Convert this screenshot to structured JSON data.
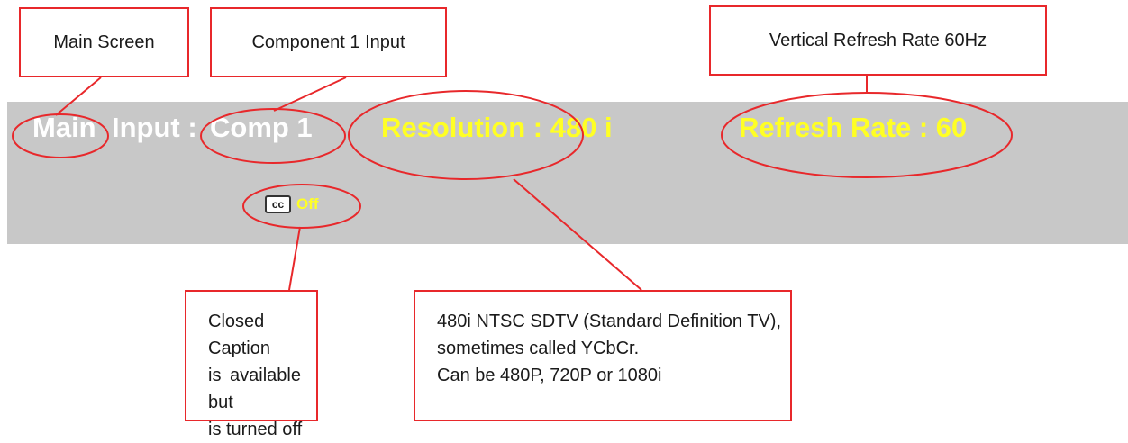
{
  "callouts": {
    "main_screen": "Main Screen",
    "component_input": "Component 1 Input",
    "refresh_rate": "Vertical Refresh Rate 60Hz",
    "closed_caption": [
      "Closed Caption",
      "is available but",
      "is turned off"
    ],
    "resolution": [
      "480i NTSC SDTV (Standard Definition TV),",
      "sometimes called YCbCr.",
      "Can be 480P, 720P or 1080i"
    ]
  },
  "osd": {
    "main": "Main",
    "input_label": "Input :",
    "input_value": "Comp 1",
    "resolution": "Resolution : 480 i",
    "refresh": "Refresh Rate : 60",
    "cc_icon": "cc",
    "cc_state": "Off"
  },
  "colors": {
    "annotation": "#e8282b",
    "osd_background": "#c8c8c8",
    "osd_white": "#ffffff",
    "osd_yellow": "#ffff24"
  },
  "icons": {
    "closed_caption": "cc-icon"
  }
}
